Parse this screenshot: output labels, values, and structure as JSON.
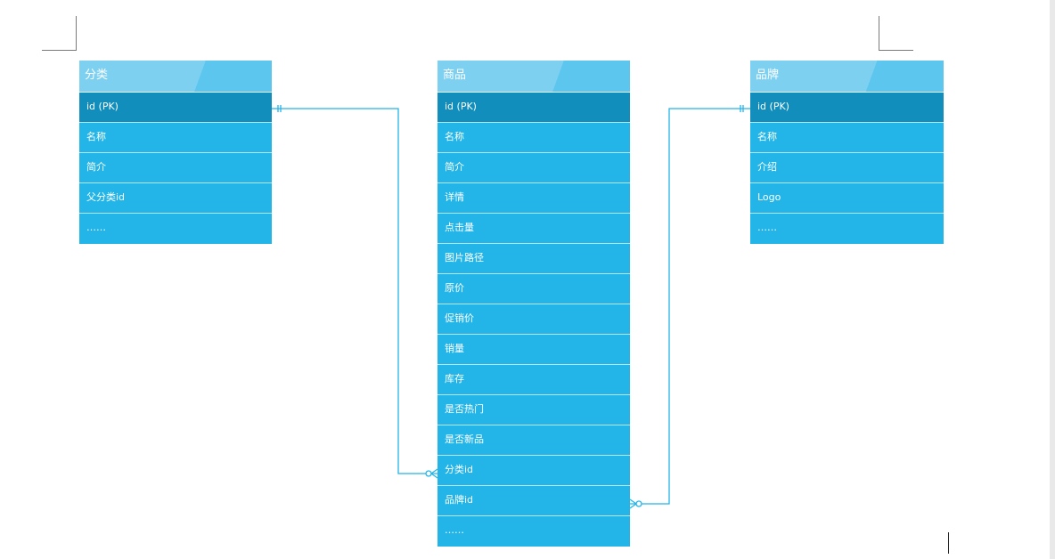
{
  "entities": {
    "category": {
      "title": "分类",
      "fields": [
        "id (PK)",
        "名称",
        "简介",
        "父分类id",
        "……"
      ]
    },
    "product": {
      "title": "商品",
      "fields": [
        "id (PK)",
        "名称",
        "简介",
        "详情",
        "点击量",
        "图片路径",
        "原价",
        "促销价",
        "销量",
        "库存",
        "是否热门",
        "是否新品",
        "分类id",
        "品牌id",
        "……"
      ]
    },
    "brand": {
      "title": "品牌",
      "fields": [
        "id (PK)",
        "名称",
        "介绍",
        "Logo",
        "……"
      ]
    }
  },
  "colors": {
    "header": "#7ed0f1",
    "row": "#23b5e8",
    "pk_row": "#128ebd",
    "connector": "#23b5e8"
  }
}
